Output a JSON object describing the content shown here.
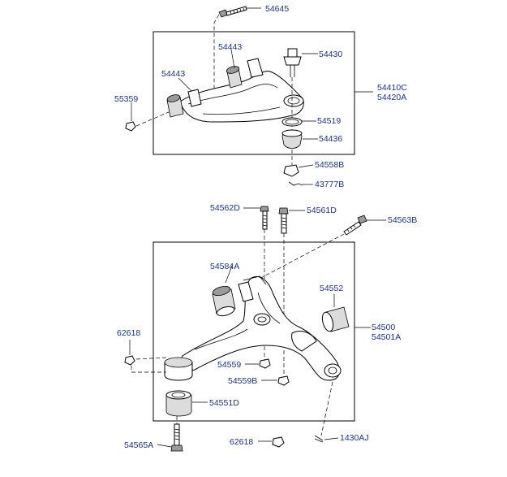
{
  "labels": {
    "p54645": "54645",
    "p54443_top": "54443",
    "p54443_left": "54443",
    "p54430": "54430",
    "p55359": "55359",
    "p54410c": "54410C",
    "p54420a": "54420A",
    "p54519": "54519",
    "p54436": "54436",
    "p54558b": "54558B",
    "p43777b": "43777B",
    "p54562d": "54562D",
    "p54561d": "54561D",
    "p54563b": "54563B",
    "p54584a": "54584A",
    "p54552": "54552",
    "p54500": "54500",
    "p54501a": "54501A",
    "p62618_left": "62618",
    "p54559": "54559",
    "p54559b": "54559B",
    "p54551d": "54551D",
    "p54565a": "54565A",
    "p62618_bottom": "62618",
    "p1430aj": "1430AJ"
  },
  "colors": {
    "label": "#1a2fa0",
    "line": "#000000"
  }
}
